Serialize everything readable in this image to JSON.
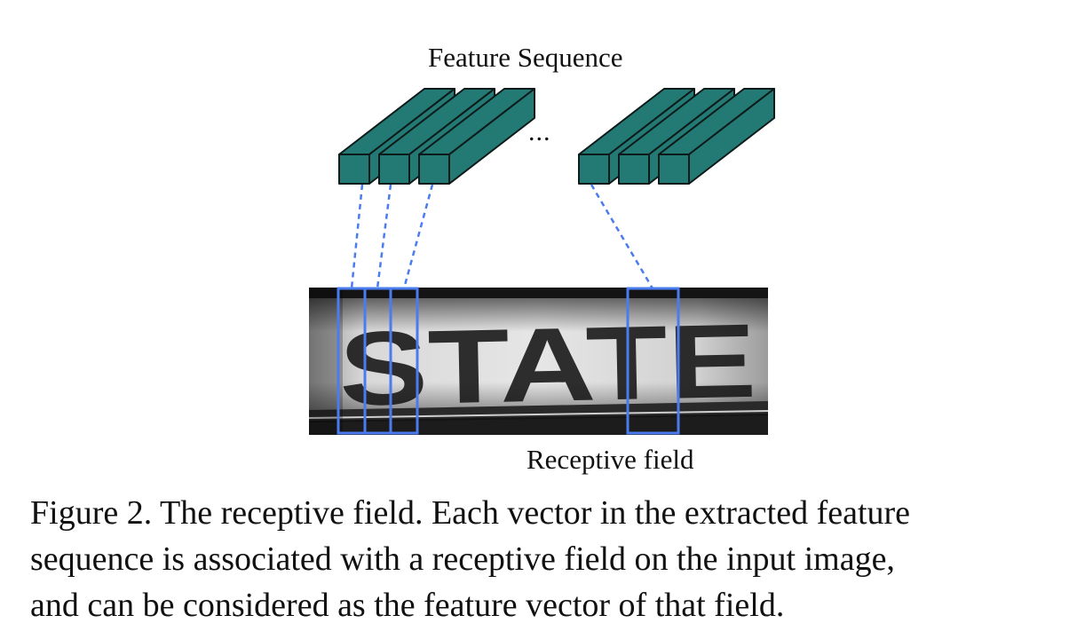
{
  "figure": {
    "feature_sequence_label": "Feature Sequence",
    "ellipsis": "...",
    "receptive_field_label": "Receptive field",
    "input_image_text": "STATE",
    "colors": {
      "feature_face": "#237a74",
      "feature_outline": "#0d1a1a",
      "receptive_box": "#4a7cf0",
      "connector": "#4a7cf0"
    }
  },
  "caption": {
    "line1": "Figure 2. The receptive field. Each vector in the extracted feature",
    "line2": "sequence is associated with a receptive field on the input image,",
    "line3": "and can be considered as the feature vector of that field."
  }
}
